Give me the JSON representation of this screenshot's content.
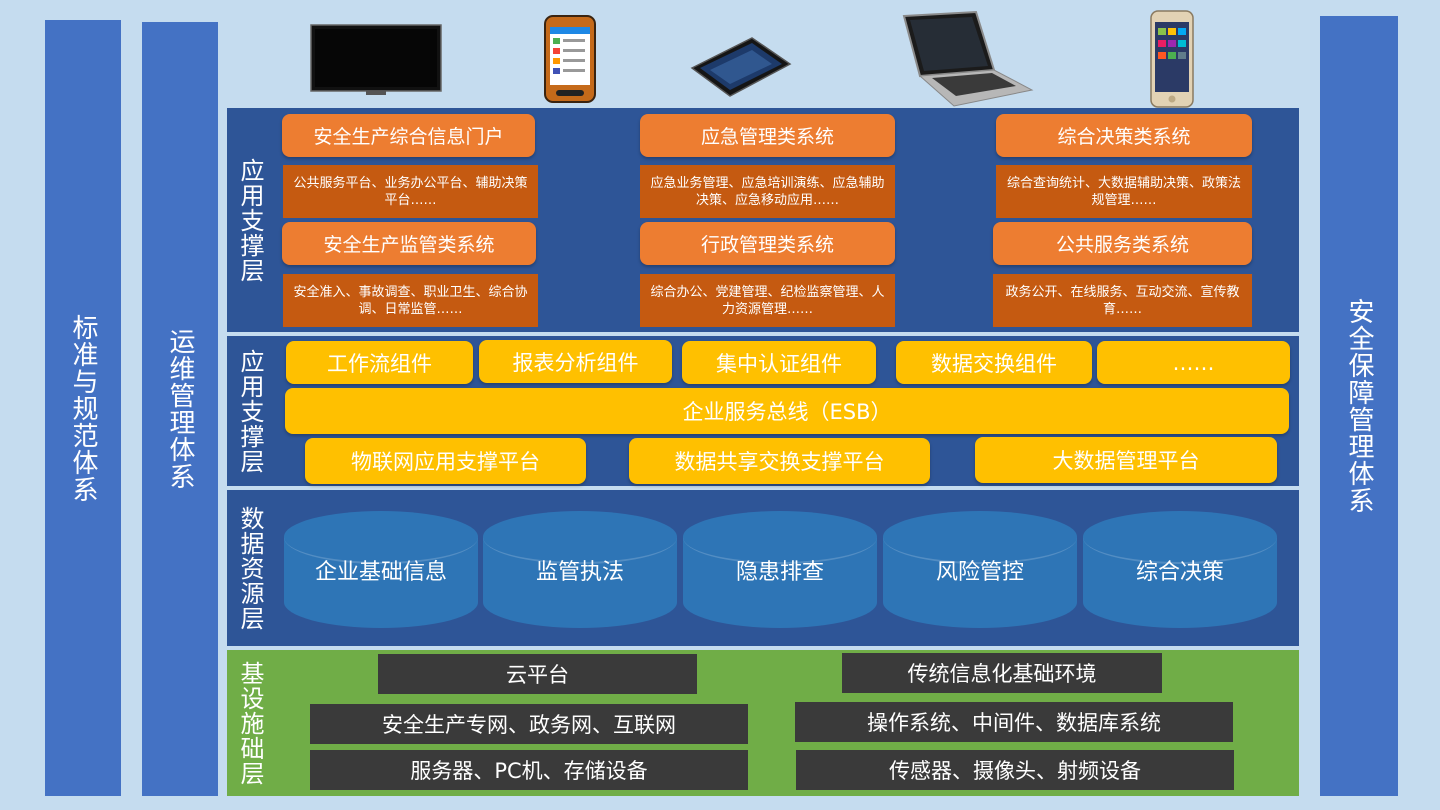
{
  "side": {
    "standards": "标准与规范体系",
    "operations": "运维管理体系",
    "security": "安全保障管理体系"
  },
  "devices": [
    "tv-icon",
    "rugged-phone-icon",
    "tablet-icon",
    "laptop-icon",
    "smartphone-icon"
  ],
  "app_layer": {
    "title": "应用支撑层",
    "systems": [
      {
        "name": "安全生产综合信息门户",
        "desc": "公共服务平台、业务办公平台、辅助决策平台……"
      },
      {
        "name": "应急管理类系统",
        "desc": "应急业务管理、应急培训演练、应急辅助决策、应急移动应用……"
      },
      {
        "name": "综合决策类系统",
        "desc": "综合查询统计、大数据辅助决策、政策法规管理……"
      },
      {
        "name": "安全生产监管类系统",
        "desc": "安全准入、事故调查、职业卫生、综合协调、日常监管……"
      },
      {
        "name": "行政管理类系统",
        "desc": "综合办公、党建管理、纪检监察管理、人力资源管理……"
      },
      {
        "name": "公共服务类系统",
        "desc": "政务公开、在线服务、互动交流、宣传教育……"
      }
    ]
  },
  "support_layer": {
    "title": "应用支撑层",
    "components": [
      "工作流组件",
      "报表分析组件",
      "集中认证组件",
      "数据交换组件",
      "……"
    ],
    "esb": "企业服务总线（ESB）",
    "platforms": [
      "物联网应用支撑平台",
      "数据共享交换支撑平台",
      "大数据管理平台"
    ]
  },
  "data_layer": {
    "title": "数据资源层",
    "stores": [
      "企业基础信息",
      "监管执法",
      "隐患排查",
      "风险管控",
      "综合决策"
    ]
  },
  "infra_layer": {
    "title": "基设施础层",
    "items": [
      "云平台",
      "传统信息化基础环境",
      "安全生产专网、政务网、互联网",
      "操作系统、中间件、数据库系统",
      "服务器、PC机、存储设备",
      "传感器、摄像头、射频设备"
    ]
  },
  "colors": {
    "background": "#c5dcef",
    "side_column": "#4472c4",
    "layer_blue": "#2e5597",
    "layer_green": "#70ad47",
    "system_head": "#ed7d31",
    "system_desc": "#c55a11",
    "component": "#ffc000",
    "datastore": "#2e75b6",
    "infra_box": "#3a3a3a"
  }
}
